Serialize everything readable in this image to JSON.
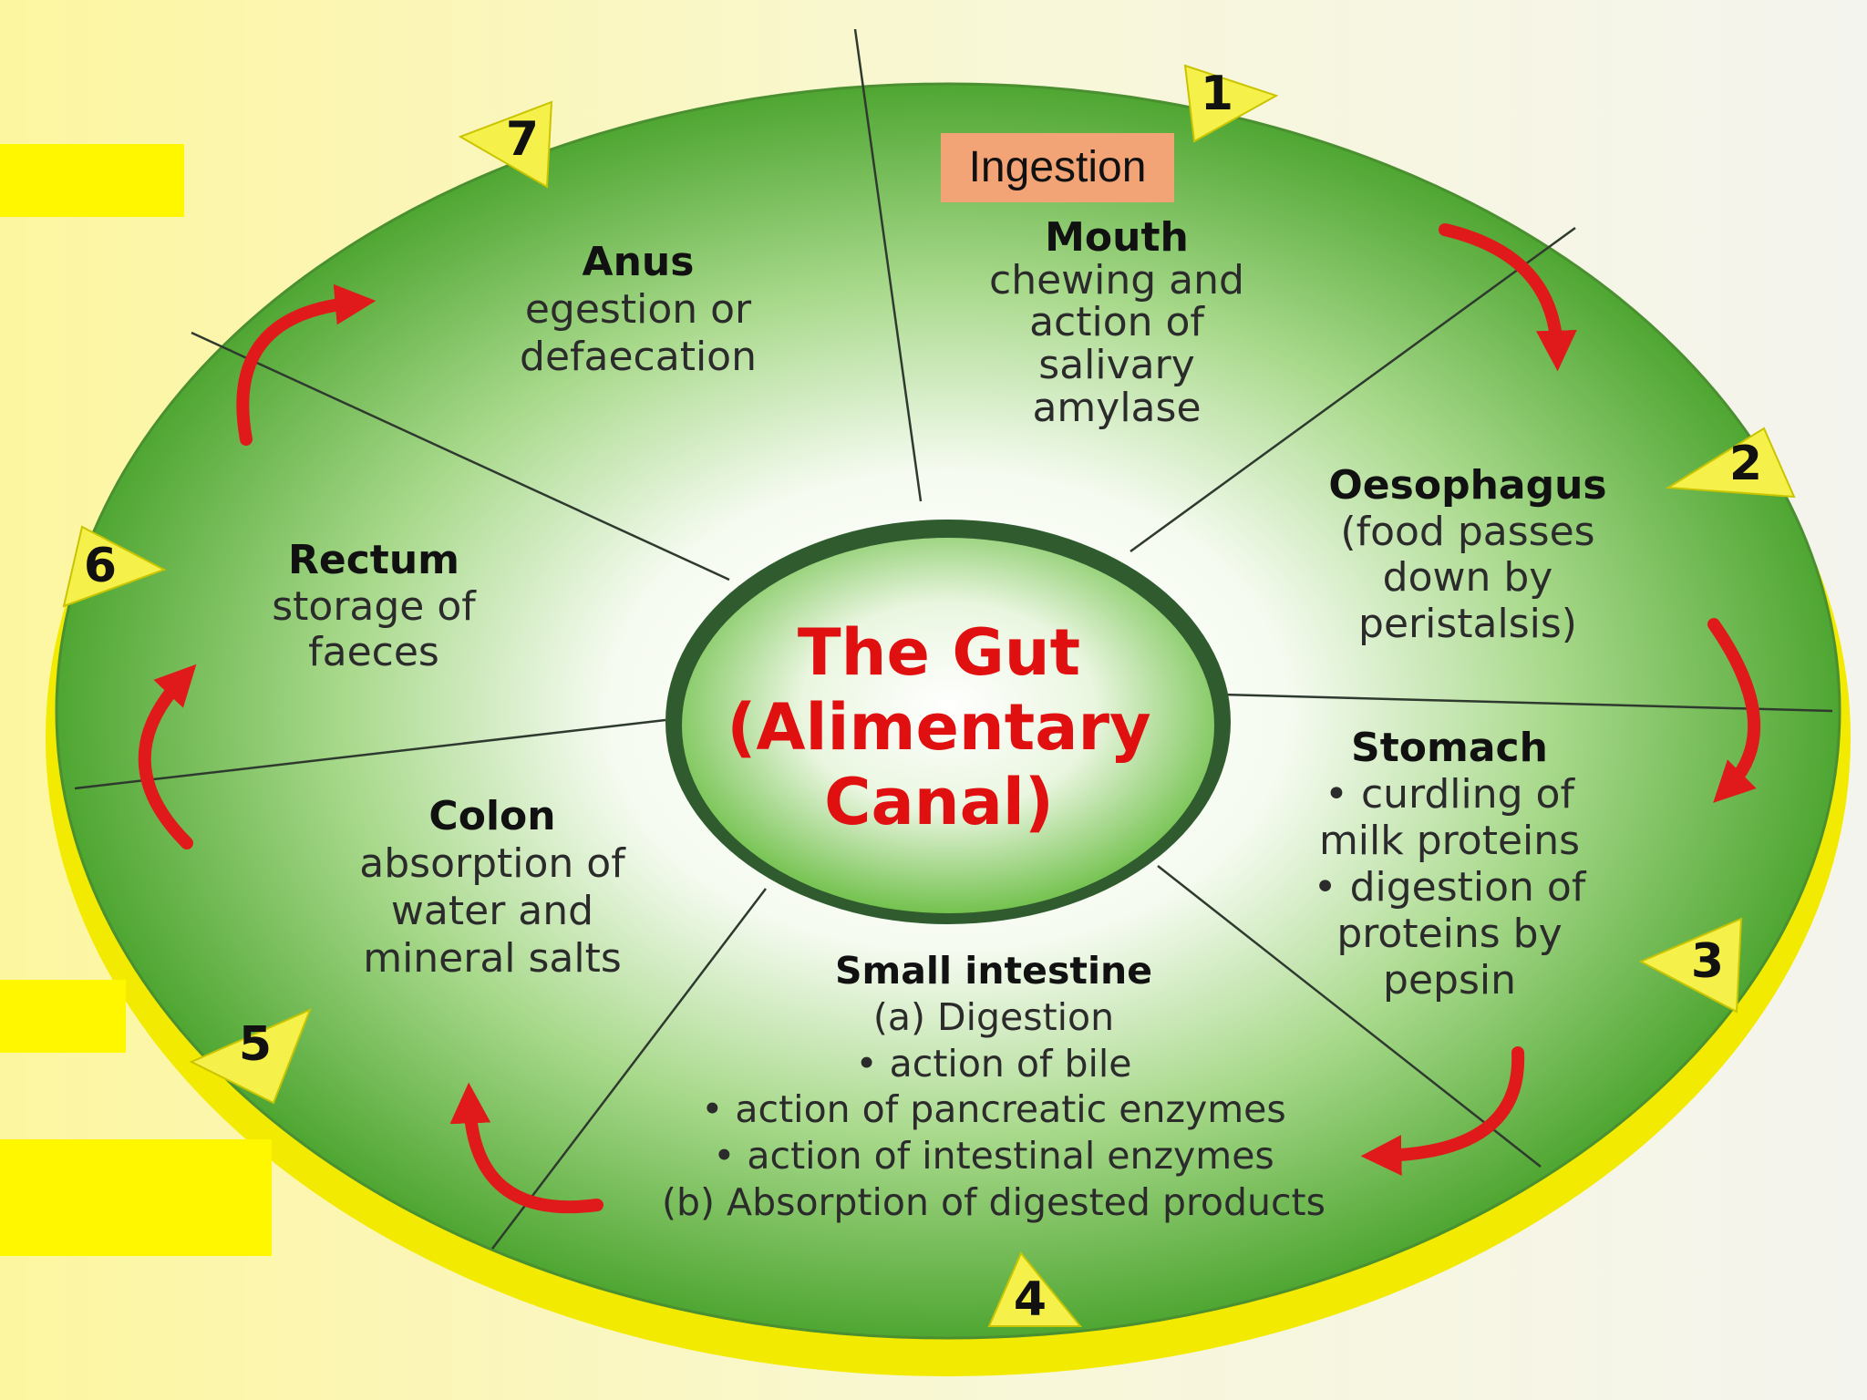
{
  "diagram": {
    "center": {
      "line1": "The Gut",
      "line2": "(Alimentary",
      "line3": "Canal)"
    },
    "tag": "Ingestion",
    "colors": {
      "segment": "#66b845",
      "rim": "#f2ea00",
      "arrow": "#e01a1a",
      "title": "#e01010",
      "tag": "#f2a477"
    },
    "stages": [
      {
        "num": "1",
        "title": "Mouth",
        "lines": [
          "chewing and",
          "action of",
          "salivary",
          "amylase"
        ]
      },
      {
        "num": "2",
        "title": "Oesophagus",
        "lines": [
          "(food passes",
          "down by",
          "peristalsis)"
        ]
      },
      {
        "num": "3",
        "title": "Stomach",
        "lines": [
          "• curdling of",
          "milk proteins",
          "• digestion of",
          "proteins by",
          "pepsin"
        ]
      },
      {
        "num": "4",
        "title": "Small intestine",
        "lines": [
          "(a) Digestion",
          "• action of bile",
          "• action of pancreatic enzymes",
          "• action of intestinal enzymes",
          "(b) Absorption of digested products"
        ]
      },
      {
        "num": "5",
        "title": "Colon",
        "lines": [
          "absorption of",
          "water and",
          "mineral salts"
        ]
      },
      {
        "num": "6",
        "title": "Rectum",
        "lines": [
          "storage of",
          "faeces"
        ]
      },
      {
        "num": "7",
        "title": "Anus",
        "lines": [
          "egestion or",
          "defaecation"
        ]
      }
    ]
  }
}
